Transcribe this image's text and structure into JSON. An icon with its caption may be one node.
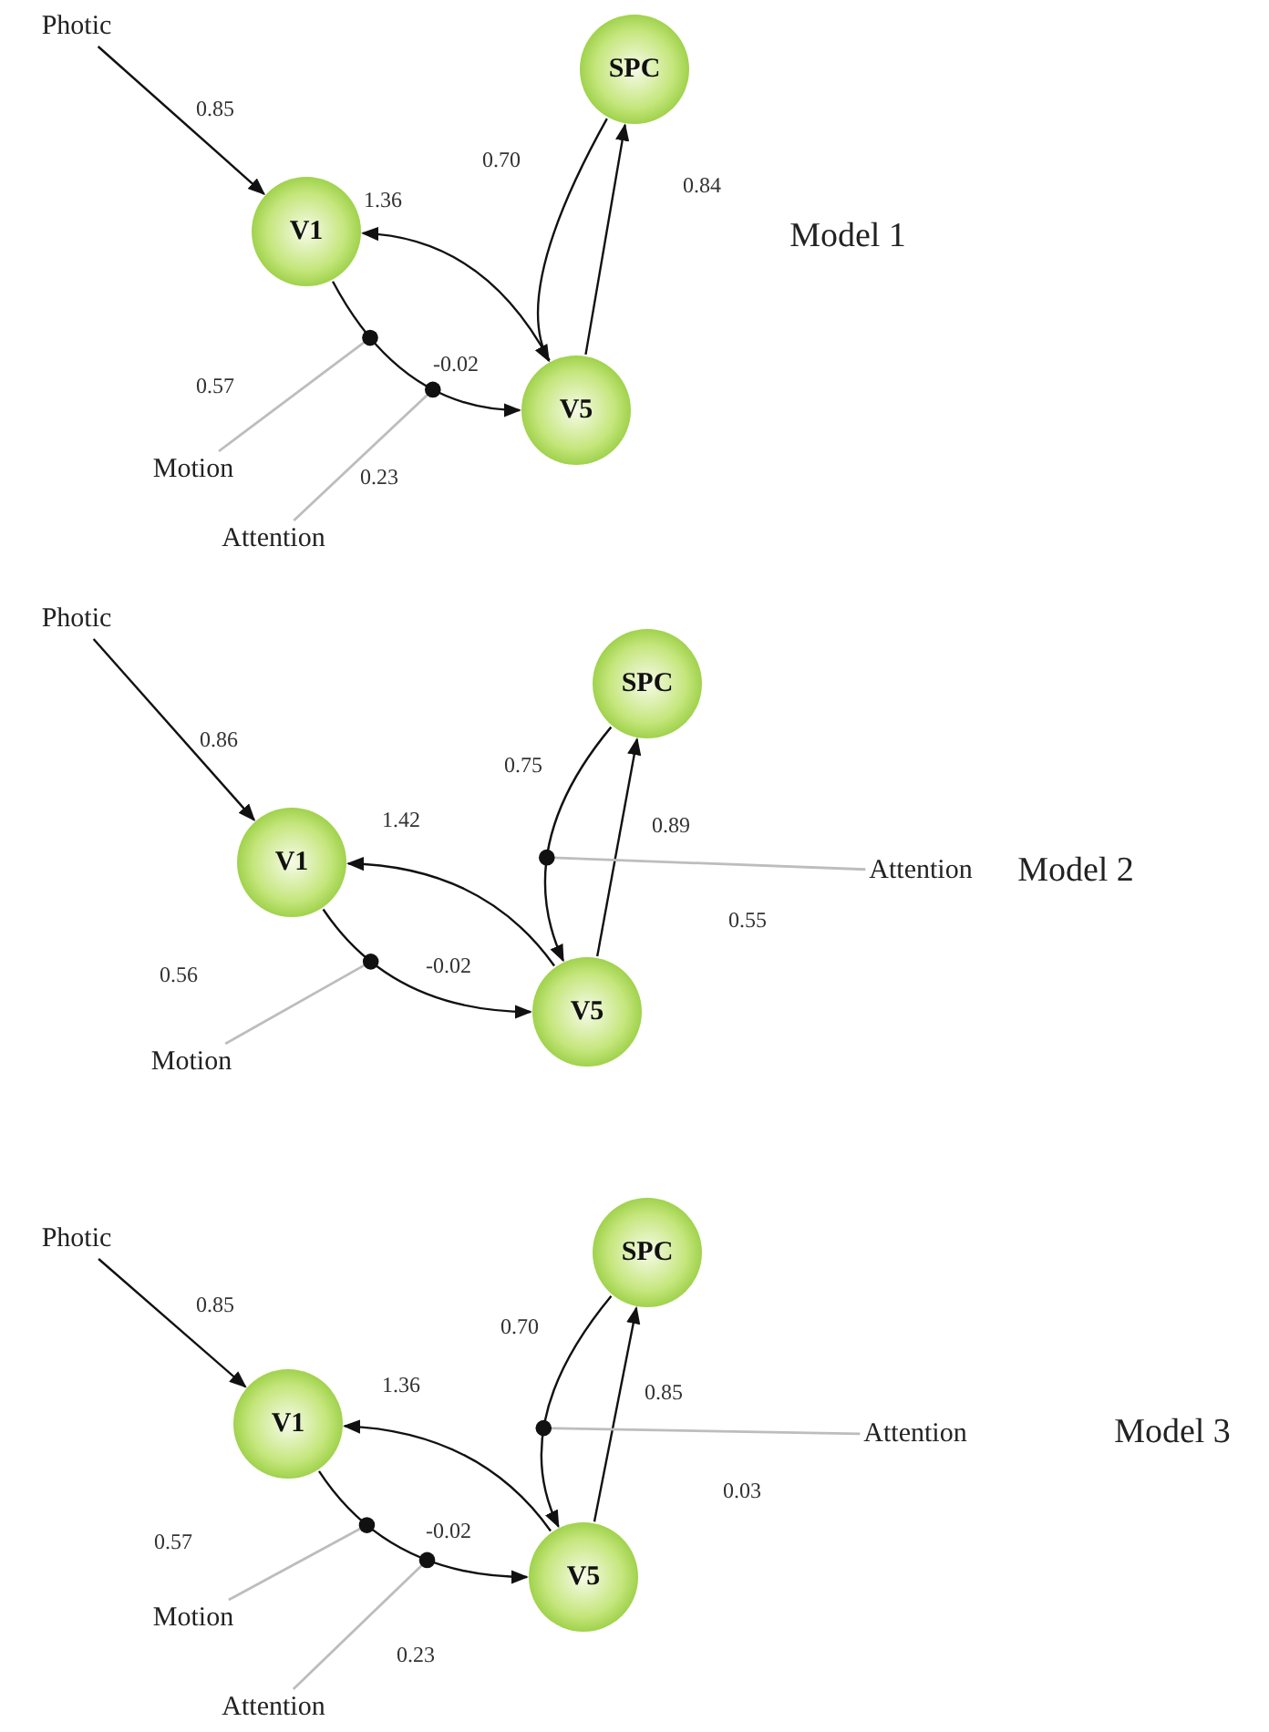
{
  "diagram": {
    "nodes": [
      {
        "text": [
          "Photic"
        ]
      },
      {
        "text": [
          "SPC"
        ]
      },
      {
        "text": [
          "V1"
        ]
      },
      {
        "text": [
          "V5"
        ]
      },
      {
        "text": [
          "Motion"
        ]
      },
      {
        "text": [
          "Attention"
        ]
      },
      {
        "text": [
          "Photic"
        ]
      },
      {
        "text": [
          "SPC"
        ]
      },
      {
        "text": [
          "V1"
        ]
      },
      {
        "text": [
          "Attention"
        ]
      },
      {
        "text": [
          "V5"
        ]
      },
      {
        "text": [
          "Motion"
        ]
      },
      {
        "text": [
          "Photic"
        ]
      },
      {
        "text": [
          "SPC"
        ]
      },
      {
        "text": [
          "V1"
        ]
      },
      {
        "text": [
          "Attention"
        ]
      },
      {
        "text": [
          "V5"
        ]
      },
      {
        "text": [
          "Motion"
        ]
      },
      {
        "text": [
          "Attention"
        ]
      }
    ],
    "edges": [
      {
        "from": 0,
        "to": 2,
        "arrow": "to",
        "label": "0.85"
      },
      {
        "from": 3,
        "to": 2,
        "arrow": "to",
        "label": "1.36"
      },
      {
        "from": 1,
        "to": 3,
        "arrow": "to",
        "label": "0.70"
      },
      {
        "from": 3,
        "to": 1,
        "arrow": "to",
        "label": "0.84"
      },
      {
        "from": 2,
        "to": 3,
        "arrow": "to",
        "label": "-0.02"
      },
      {
        "from": 4,
        "to": null,
        "arrow": "other",
        "label": "0.57",
        "color": "#bdbdbd"
      },
      {
        "from": 5,
        "to": null,
        "arrow": "other",
        "label": "0.23",
        "color": "#bdbdbd"
      },
      {
        "from": 6,
        "to": 8,
        "arrow": "to",
        "label": "0.86"
      },
      {
        "from": 10,
        "to": 8,
        "arrow": "to",
        "label": "1.42"
      },
      {
        "from": 7,
        "to": 10,
        "arrow": "to",
        "label": "0.75"
      },
      {
        "from": 10,
        "to": 7,
        "arrow": "to",
        "label": "0.89"
      },
      {
        "from": 8,
        "to": 10,
        "arrow": "to",
        "label": "-0.02"
      },
      {
        "from": 11,
        "to": null,
        "arrow": "other",
        "label": "0.56",
        "color": "#bdbdbd"
      },
      {
        "from": 9,
        "to": null,
        "arrow": "other",
        "label": "0.55",
        "color": "#bdbdbd"
      },
      {
        "from": 12,
        "to": 14,
        "arrow": "to",
        "label": "0.85"
      },
      {
        "from": 16,
        "to": 14,
        "arrow": "to",
        "label": "1.36"
      },
      {
        "from": 13,
        "to": 16,
        "arrow": "to",
        "label": "0.70"
      },
      {
        "from": 16,
        "to": 13,
        "arrow": "to",
        "label": "0.85"
      },
      {
        "from": 14,
        "to": 16,
        "arrow": "to",
        "label": "-0.02"
      },
      {
        "from": 17,
        "to": null,
        "arrow": "other",
        "label": "0.57",
        "color": "#bdbdbd"
      },
      {
        "from": 18,
        "to": null,
        "arrow": "other",
        "label": "0.23",
        "color": "#bdbdbd"
      },
      {
        "from": 15,
        "to": null,
        "arrow": "other",
        "label": "0.03",
        "color": "#bdbdbd"
      }
    ],
    "labels": [
      "Model 1",
      "Model 2",
      "Model 3"
    ]
  }
}
